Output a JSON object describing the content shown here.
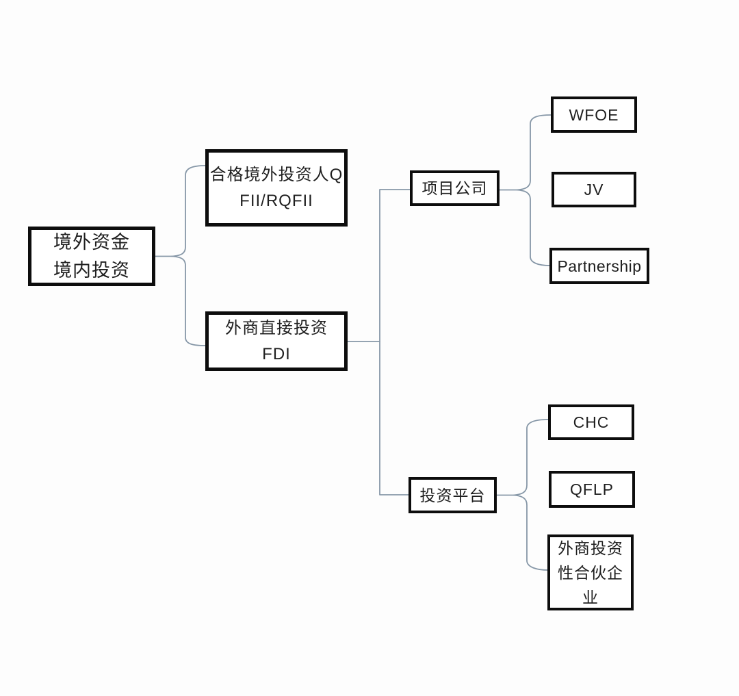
{
  "diagram": {
    "type": "tree-flowchart",
    "direction": "left-to-right"
  },
  "colors": {
    "background": "#fdfdfd",
    "border": "#0d0d0d",
    "connector": "#8697a7",
    "text": "#1f1f1f"
  },
  "nodes": {
    "root": {
      "label": "境外资金\n境内投资"
    },
    "qfii": {
      "label": "合格境外投资人Q\nFII/RQFII"
    },
    "fdi": {
      "label": "外商直接投资\nFDI"
    },
    "project": {
      "label": "项目公司"
    },
    "platform": {
      "label": "投资平台"
    },
    "wfoe": {
      "label": "WFOE"
    },
    "jv": {
      "label": "JV"
    },
    "partnership": {
      "label": "Partnership"
    },
    "chc": {
      "label": "CHC"
    },
    "qflp": {
      "label": "QFLP"
    },
    "fip": {
      "label": "外商投资\n性合伙企\n业"
    }
  },
  "edges": [
    {
      "from": "root",
      "to": "qfii",
      "style": "brace"
    },
    {
      "from": "root",
      "to": "fdi",
      "style": "brace"
    },
    {
      "from": "fdi",
      "to": "project",
      "style": "elbow"
    },
    {
      "from": "fdi",
      "to": "platform",
      "style": "elbow"
    },
    {
      "from": "project",
      "to": "wfoe",
      "style": "brace"
    },
    {
      "from": "project",
      "to": "jv",
      "style": "brace"
    },
    {
      "from": "project",
      "to": "partnership",
      "style": "brace"
    },
    {
      "from": "platform",
      "to": "chc",
      "style": "brace"
    },
    {
      "from": "platform",
      "to": "qflp",
      "style": "brace"
    },
    {
      "from": "platform",
      "to": "fip",
      "style": "brace"
    }
  ]
}
